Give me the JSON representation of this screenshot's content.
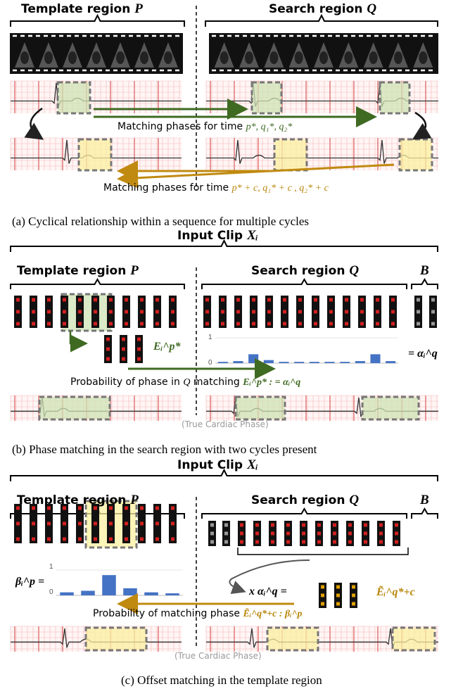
{
  "panel_a": {
    "template_label": "Template region ",
    "template_var": "P",
    "search_label": "Search region ",
    "search_var": "Q",
    "arrow1_text": "Matching phases for time ",
    "arrow1_math": "p*,  q₁*,  q₂*",
    "arrow2_text": "Matching phases for time ",
    "arrow2_math": "p* + c,  q₁* + c ,  q₂* + c",
    "caption": "(a) Cyclical relationship within a sequence for multiple cycles"
  },
  "panel_b": {
    "input_label": "Input Clip ",
    "input_var": "Xᵢ",
    "template_label": "Template region ",
    "template_var": "P",
    "search_label": "Search region ",
    "search_var": "Q",
    "b_label": "B",
    "embedding_label": "Eᵢ^p*",
    "alpha_label": "= αᵢ^q",
    "axis_top": "1",
    "axis_bottom": "0",
    "prob_text": "Probability of phase in ",
    "prob_var": "Q",
    "prob_text2": " matching ",
    "prob_math": "Eᵢ^p* : = αᵢ^q",
    "true_phase": "(True Cardiac Phase)",
    "caption": "(b) Phase matching in the search region with two cycles present"
  },
  "panel_c": {
    "input_label": "Input Clip ",
    "input_var": "Xᵢ",
    "template_label": "Template region ",
    "template_var": "P",
    "search_label": "Search region ",
    "search_var": "Q",
    "b_label": "B",
    "beta_label": "βᵢ^p =",
    "axis_top": "1",
    "axis_bottom": "0",
    "mult_label": "x αᵢ^q =",
    "tilde_label": "Ẽᵢ^q*+c",
    "prob_text": "Probability of matching phase ",
    "prob_math": "Ẽᵢ^q*+c : βᵢ^p",
    "true_phase": "(True Cardiac Phase)",
    "caption": "(c) Offset matching in the template region"
  },
  "chart_data": [
    {
      "type": "bar",
      "title": "",
      "values": [
        0.05,
        0.08,
        0.35,
        0.12,
        0.05,
        0.05,
        0.05,
        0.05,
        0.05,
        0.08,
        0.35,
        0.08
      ],
      "ylim": [
        0,
        1
      ]
    },
    {
      "type": "bar",
      "title": "",
      "values": [
        0.12,
        0.18,
        0.8,
        0.28,
        0.12,
        0.08
      ],
      "ylim": [
        0,
        1
      ]
    }
  ],
  "colors": {
    "green": "#3f6a22",
    "gold": "#c08a10",
    "red": "#d62020",
    "green_fill": "#cfe3b4",
    "yellow_fill": "#fbf0a0",
    "bar": "#4472c4"
  }
}
